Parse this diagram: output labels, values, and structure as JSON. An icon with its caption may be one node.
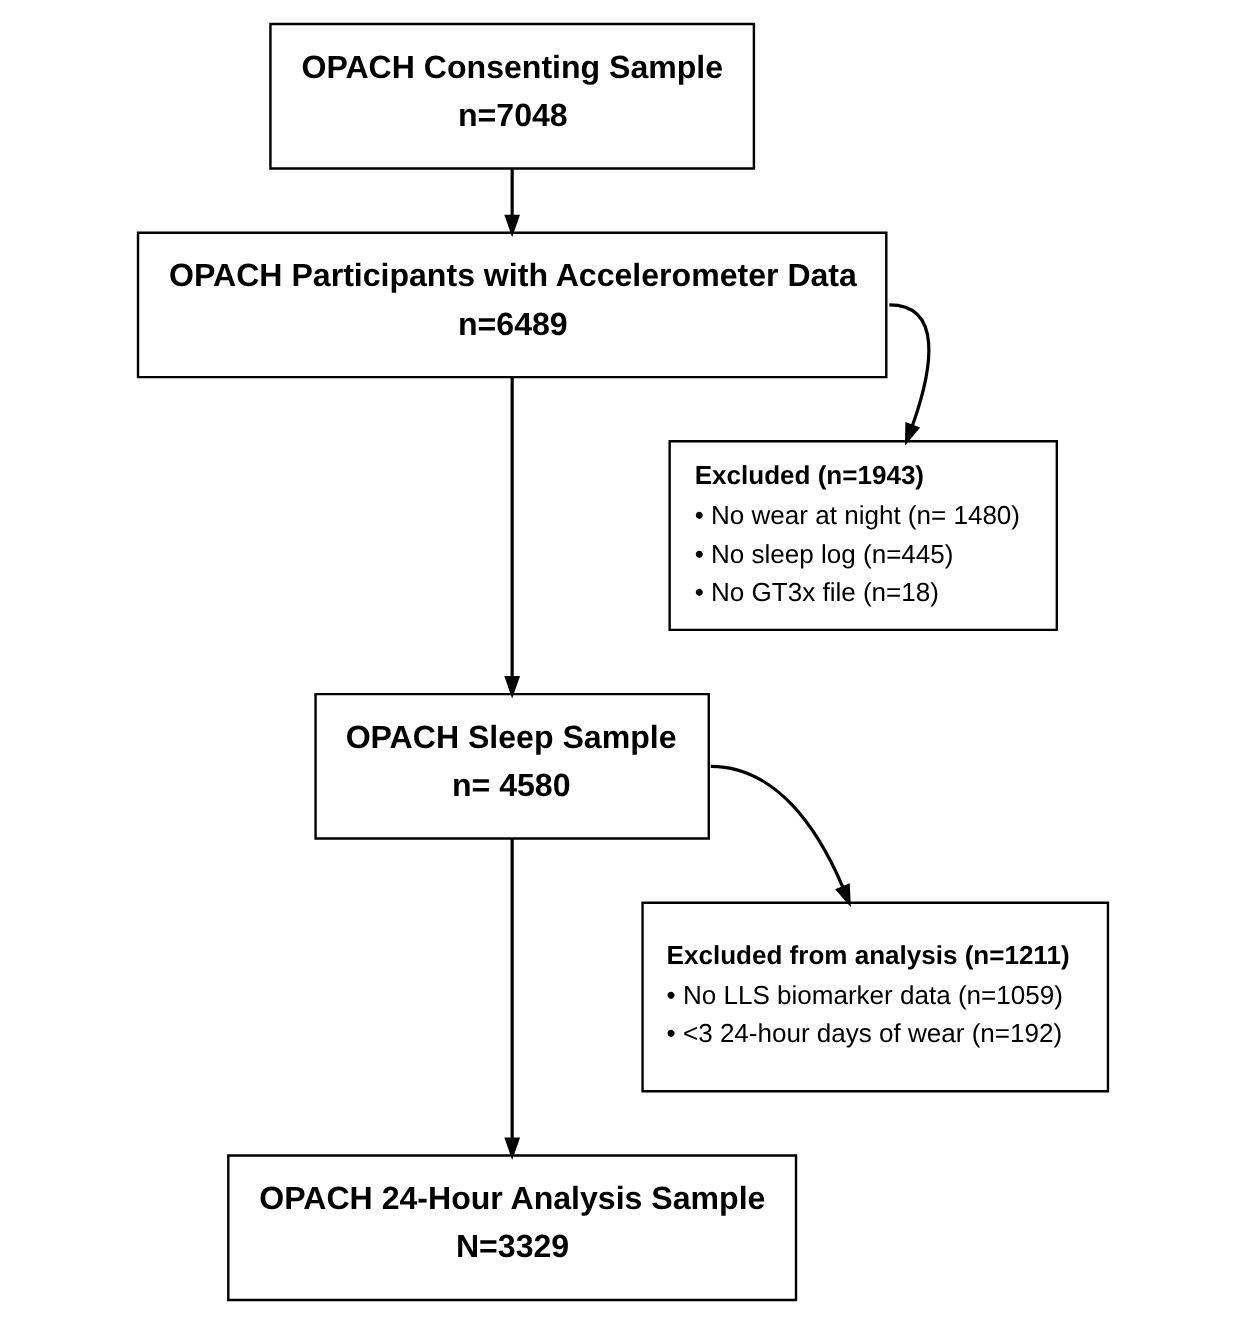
{
  "diagram": {
    "nodes": [
      {
        "text": [
          "OPACH Consenting Sample",
          "n=7048"
        ]
      },
      {
        "text": [
          "OPACH Participants with Accelerometer Data",
          "n=6489"
        ]
      },
      {
        "text": [
          "Excluded (n=1943)",
          "• No wear at night (n= 1480)",
          "• No sleep log (n=445)",
          "• No GT3x file (n=18)"
        ]
      },
      {
        "text": [
          "OPACH Sleep Sample",
          "n= 4580"
        ]
      },
      {
        "text": [
          "Excluded from analysis (n=1211)",
          "• No LLS biomarker data (n=1059)",
          "• <3 24-hour days of wear (n=192)"
        ]
      },
      {
        "text": [
          "OPACH 24-Hour Analysis Sample",
          "N=3329"
        ]
      }
    ],
    "edges": [
      {
        "from": 0,
        "to": 1,
        "arrow": "to"
      },
      {
        "from": 1,
        "to": 3,
        "arrow": "to"
      },
      {
        "from": 1,
        "to": 2,
        "arrow": "to"
      },
      {
        "from": 3,
        "to": 5,
        "arrow": "to"
      },
      {
        "from": 3,
        "to": 4,
        "arrow": "to"
      }
    ]
  }
}
